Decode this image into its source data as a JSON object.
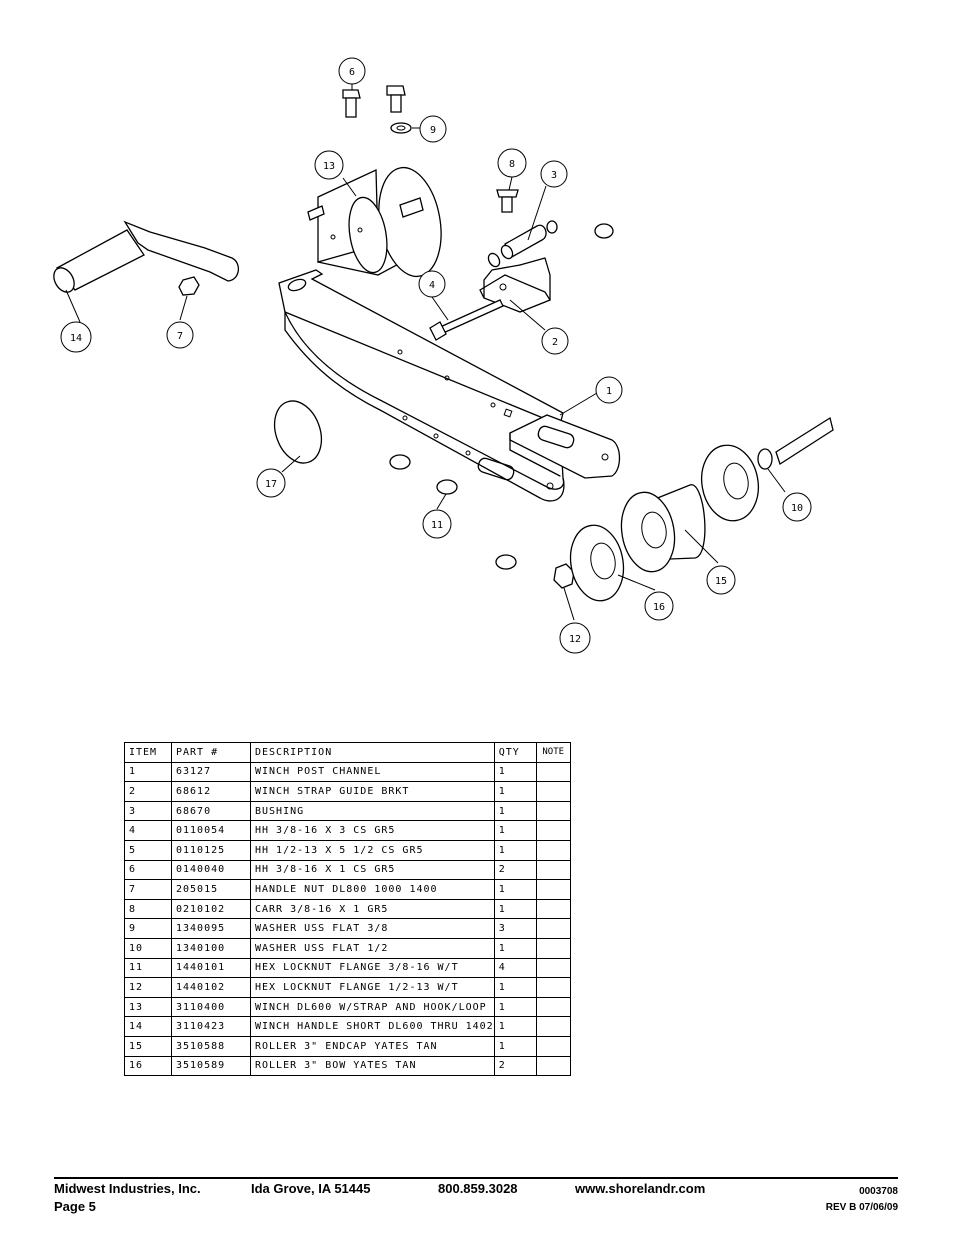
{
  "callouts": [
    "1",
    "2",
    "3",
    "4",
    "6",
    "7",
    "8",
    "9",
    "10",
    "11",
    "12",
    "13",
    "14",
    "15",
    "16",
    "17"
  ],
  "parts_table": {
    "headers": [
      "ITEM",
      "PART #",
      "DESCRIPTION",
      "QTY",
      "NOTE"
    ],
    "rows": [
      [
        "1",
        "63127",
        "WINCH POST CHANNEL",
        "1",
        ""
      ],
      [
        "2",
        "68612",
        "WINCH STRAP GUIDE BRKT",
        "1",
        ""
      ],
      [
        "3",
        "68670",
        "BUSHING",
        "1",
        ""
      ],
      [
        "4",
        "0110054",
        "HH 3/8-16 X 3 CS GR5",
        "1",
        ""
      ],
      [
        "5",
        "0110125",
        "HH 1/2-13 X 5 1/2 CS GR5",
        "1",
        ""
      ],
      [
        "6",
        "0140040",
        "HH 3/8-16 X 1 CS GR5",
        "2",
        ""
      ],
      [
        "7",
        "205015",
        "HANDLE NUT DL800 1000 1400",
        "1",
        ""
      ],
      [
        "8",
        "0210102",
        "CARR 3/8-16 X 1 GR5",
        "1",
        ""
      ],
      [
        "9",
        "1340095",
        "WASHER USS FLAT 3/8",
        "3",
        ""
      ],
      [
        "10",
        "1340100",
        "WASHER USS FLAT 1/2",
        "1",
        ""
      ],
      [
        "11",
        "1440101",
        "HEX LOCKNUT FLANGE 3/8-16 W/T",
        "4",
        ""
      ],
      [
        "12",
        "1440102",
        "HEX LOCKNUT FLANGE 1/2-13 W/T",
        "1",
        ""
      ],
      [
        "13",
        "3110400",
        "WINCH DL600 W/STRAP AND HOOK/LOOP",
        "1",
        ""
      ],
      [
        "14",
        "3110423",
        "WINCH HANDLE SHORT DL600 THRU 1402",
        "1",
        ""
      ],
      [
        "15",
        "3510588",
        "ROLLER 3\" ENDCAP YATES TAN",
        "1",
        ""
      ],
      [
        "16",
        "3510589",
        "ROLLER 3\" BOW YATES TAN",
        "2",
        ""
      ]
    ]
  },
  "footer": {
    "company": "Midwest Industries, Inc.",
    "page": "Page 5",
    "location": "Ida Grove, IA  51445",
    "phone": "800.859.3028",
    "website": "www.shorelandr.com",
    "doc_number": "0003708",
    "revision": "REV B  07/06/09"
  }
}
